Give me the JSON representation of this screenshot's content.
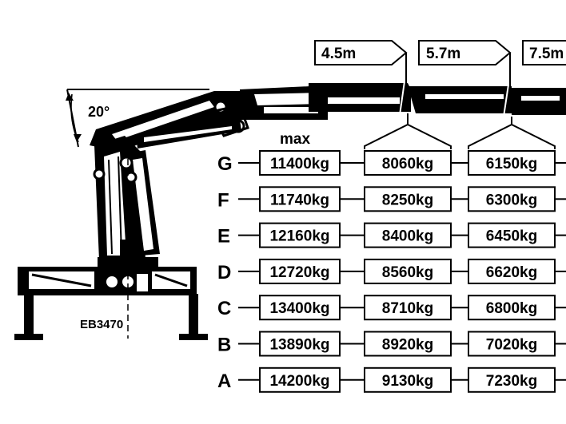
{
  "angle_label": "20°",
  "max_label": "max",
  "model_label": "EB3470",
  "reach_labels": [
    "4.5m",
    "5.7m",
    "7.5m"
  ],
  "rows": [
    {
      "label": "G",
      "values": [
        "11400kg",
        "8060kg",
        "6150kg"
      ]
    },
    {
      "label": "F",
      "values": [
        "11740kg",
        "8250kg",
        "6300kg"
      ]
    },
    {
      "label": "E",
      "values": [
        "12160kg",
        "8400kg",
        "6450kg"
      ]
    },
    {
      "label": "D",
      "values": [
        "12720kg",
        "8560kg",
        "6620kg"
      ]
    },
    {
      "label": "C",
      "values": [
        "13400kg",
        "8710kg",
        "6800kg"
      ]
    },
    {
      "label": "B",
      "values": [
        "13890kg",
        "8920kg",
        "7020kg"
      ]
    },
    {
      "label": "A",
      "values": [
        "14200kg",
        "9130kg",
        "7230kg"
      ]
    }
  ]
}
